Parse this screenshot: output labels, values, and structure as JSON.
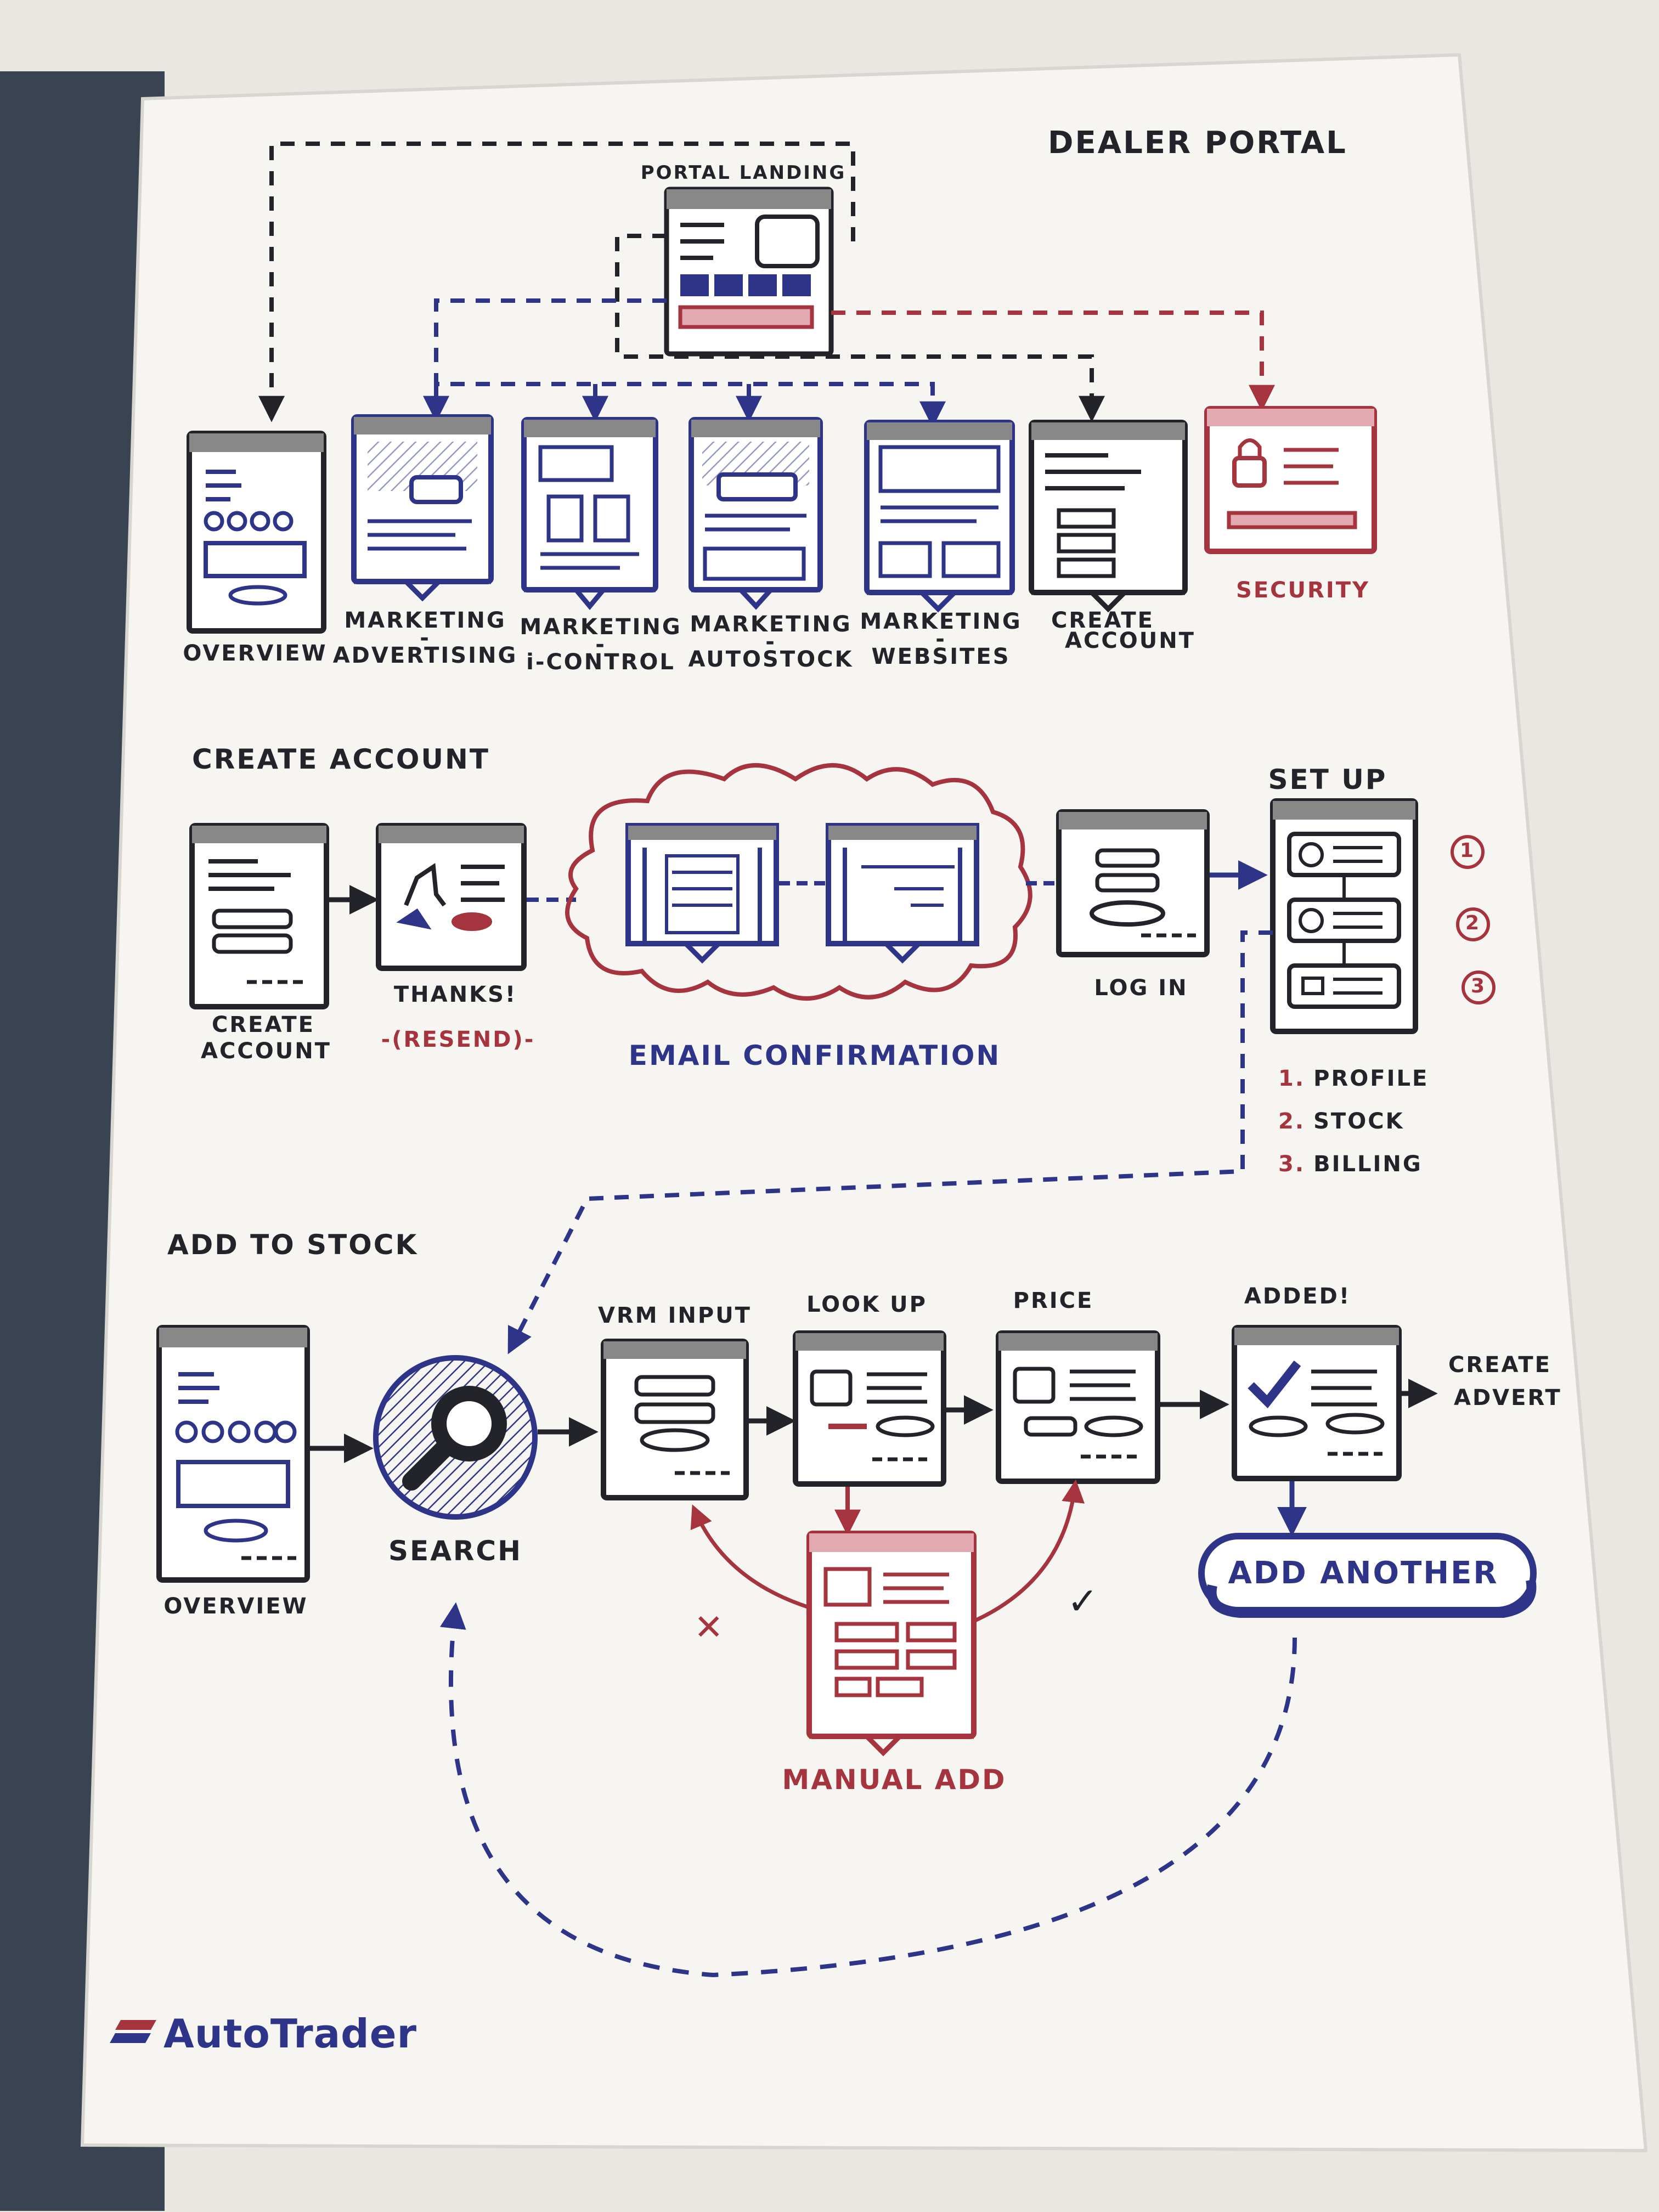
{
  "title": "DEALER PORTAL",
  "portal_landing": "PORTAL LANDING",
  "top_screens": [
    {
      "line1": "OVERVIEW",
      "line2": "",
      "line3": ""
    },
    {
      "line1": "MARKETING",
      "line2": "-",
      "line3": "ADVERTISING"
    },
    {
      "line1": "MARKETING",
      "line2": "-",
      "line3": "i-CONTROL"
    },
    {
      "line1": "MARKETING",
      "line2": "-",
      "line3": "AUTOSTOCK"
    },
    {
      "line1": "MARKETING",
      "line2": "-",
      "line3": "WEBSITES"
    },
    {
      "line1": "CREATE",
      "line2": "ACCOUNT",
      "line3": ""
    },
    {
      "line1": "SECURITY",
      "line2": "",
      "line3": ""
    }
  ],
  "create_account_section": {
    "heading": "CREATE ACCOUNT",
    "create_account_label": [
      "CREATE",
      "ACCOUNT"
    ],
    "thanks_label": "THANKS!",
    "resend_label": "-(RESEND)-",
    "email_label": "EMAIL CONFIRMATION",
    "login_label": "LOG IN",
    "setup_label": "SET UP",
    "step_numbers": [
      "1",
      "2",
      "3"
    ],
    "steps": [
      {
        "num": "1.",
        "text": "PROFILE"
      },
      {
        "num": "2.",
        "text": "STOCK"
      },
      {
        "num": "3.",
        "text": "BILLING"
      }
    ]
  },
  "add_to_stock_section": {
    "heading": "ADD TO STOCK",
    "overview_label": "OVERVIEW",
    "search_label": "SEARCH",
    "vrm_label": "VRM INPUT",
    "lookup_label": "LOOK UP",
    "price_label": "PRICE",
    "added_label": "ADDED!",
    "create_advert": [
      "CREATE",
      "ADVERT"
    ],
    "add_another": "ADD ANOTHER",
    "manual_add": "MANUAL ADD",
    "cross_mark": "✕",
    "check_mark": "✓"
  },
  "logo": "AutoTrader",
  "colors": {
    "ink": "#23232a",
    "blue": "#2e3487",
    "red": "#a5343e",
    "paper": "#f6f5f2"
  }
}
